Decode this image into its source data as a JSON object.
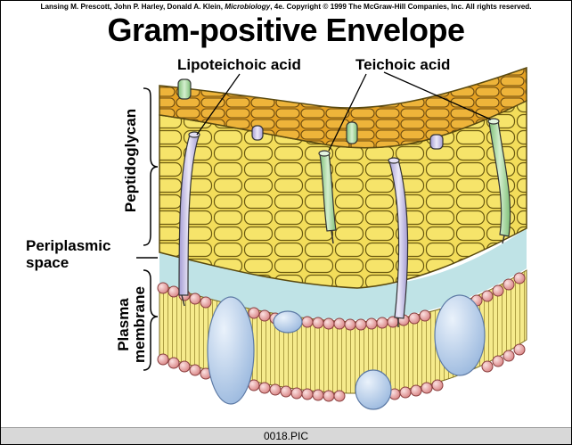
{
  "credit": {
    "authors": "Lansing M. Prescott, John P. Harley, Donald A. Klein, ",
    "book": "Microbiology",
    "rest": ", 4e. Copyright © 1999 The McGraw-Hill Companies, Inc.  All rights reserved."
  },
  "title": "Gram-positive Envelope",
  "labels": {
    "lipoteichoic": "Lipoteichoic acid",
    "teichoic": "Teichoic acid",
    "peptidoglycan": "Peptidoglycan",
    "periplasmic_line1": "Periplasmic",
    "periplasmic_line2": "space",
    "plasma_line1": "Plasma",
    "plasma_line2": "membrane"
  },
  "footer": "0018.PIC",
  "colors": {
    "peptidoglycan_fill": "#f3dd5a",
    "peptidoglycan_top": "#e8a51f",
    "periplasm": "#bfe3e6",
    "membrane_core": "#f6eb8c",
    "lipid_head": "#eba6a6",
    "protein": "#bdd3ee",
    "teichoic_green": "#a7d7a0",
    "lipoteichoic_purple": "#c9c3e6"
  },
  "icons": {
    "lipid_head": "circle",
    "protein": "ellipse",
    "acid_strand": "rod"
  }
}
